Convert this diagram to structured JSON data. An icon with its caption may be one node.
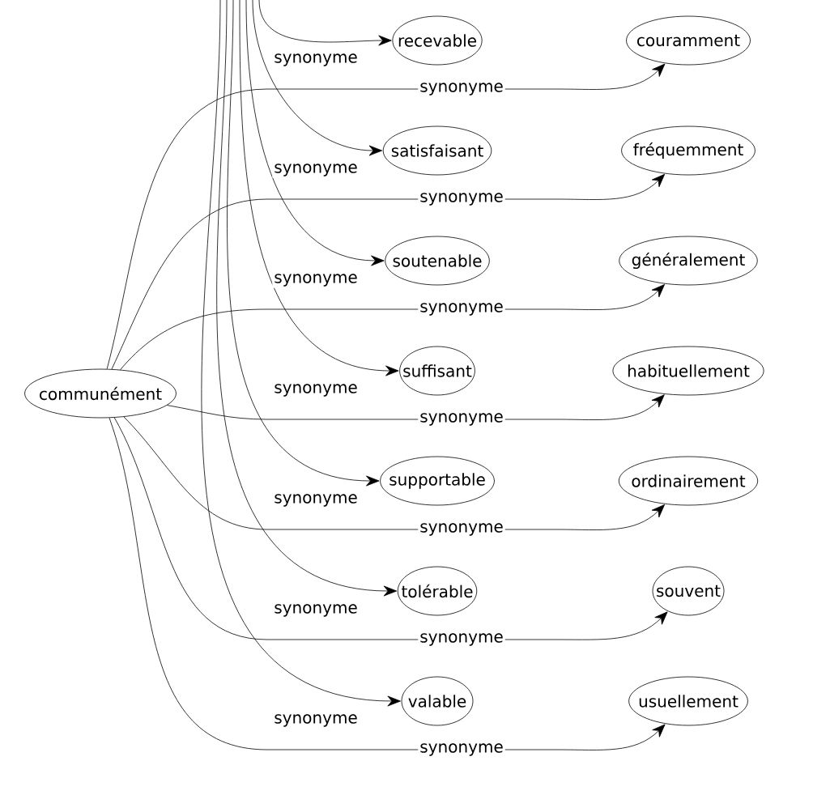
{
  "diagram": {
    "nodes": [
      {
        "text": [
          "communément"
        ]
      },
      {
        "text": [
          "recevable"
        ]
      },
      {
        "text": [
          "couramment"
        ]
      },
      {
        "text": [
          "satisfaisant"
        ]
      },
      {
        "text": [
          "fréquemment"
        ]
      },
      {
        "text": [
          "soutenable"
        ]
      },
      {
        "text": [
          "généralement"
        ]
      },
      {
        "text": [
          "suffisant"
        ]
      },
      {
        "text": [
          "habituellement"
        ]
      },
      {
        "text": [
          "supportable"
        ]
      },
      {
        "text": [
          "ordinairement"
        ]
      },
      {
        "text": [
          "tolérable"
        ]
      },
      {
        "text": [
          "souvent"
        ]
      },
      {
        "text": [
          "valable"
        ]
      },
      {
        "text": [
          "usuellement"
        ]
      }
    ],
    "edges": [
      {
        "from": null,
        "to": 1,
        "arrow": "to",
        "label": "synonyme"
      },
      {
        "from": 0,
        "to": 2,
        "arrow": "to",
        "label": "synonyme"
      },
      {
        "from": null,
        "to": 3,
        "arrow": "to",
        "label": "synonyme"
      },
      {
        "from": 0,
        "to": 4,
        "arrow": "to",
        "label": "synonyme"
      },
      {
        "from": null,
        "to": 5,
        "arrow": "to",
        "label": "synonyme"
      },
      {
        "from": 0,
        "to": 6,
        "arrow": "to",
        "label": "synonyme"
      },
      {
        "from": null,
        "to": 7,
        "arrow": "to",
        "label": "synonyme"
      },
      {
        "from": 0,
        "to": 8,
        "arrow": "to",
        "label": "synonyme"
      },
      {
        "from": null,
        "to": 9,
        "arrow": "to",
        "label": "synonyme"
      },
      {
        "from": 0,
        "to": 10,
        "arrow": "to",
        "label": "synonyme"
      },
      {
        "from": null,
        "to": 11,
        "arrow": "to",
        "label": "synonyme"
      },
      {
        "from": 0,
        "to": 12,
        "arrow": "to",
        "label": "synonyme"
      },
      {
        "from": null,
        "to": 13,
        "arrow": "to",
        "label": "synonyme"
      },
      {
        "from": 0,
        "to": 14,
        "arrow": "to",
        "label": "synonyme"
      }
    ]
  }
}
